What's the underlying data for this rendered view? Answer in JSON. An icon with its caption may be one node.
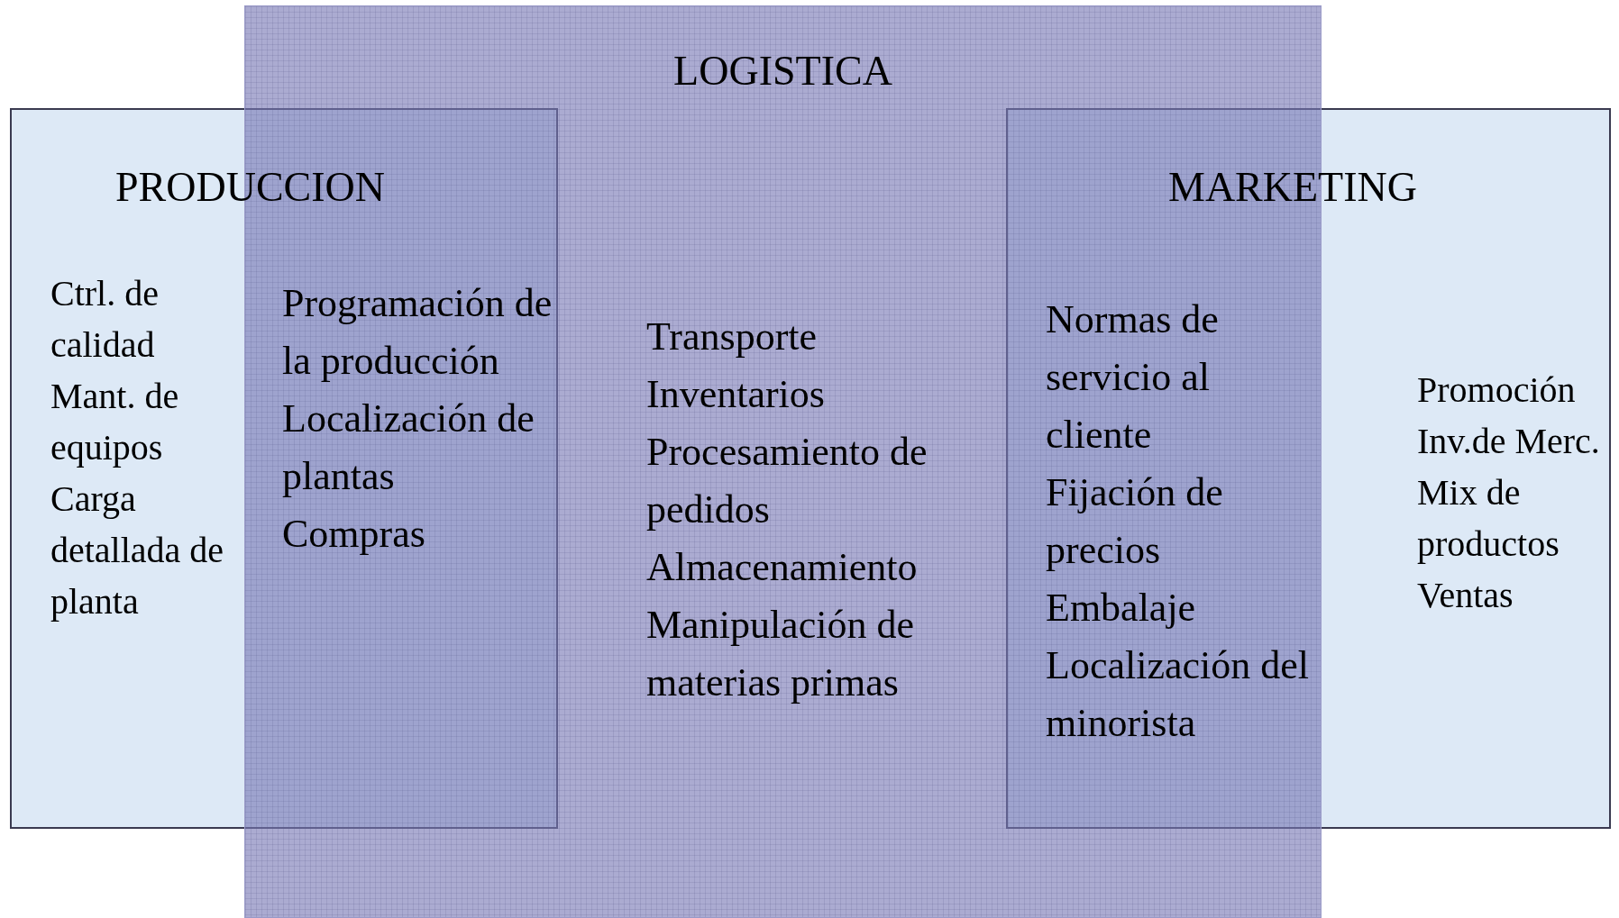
{
  "diagram": {
    "nodes": [
      {
        "text": [
          "PRODUCCION",
          "Ctrl. de calidad",
          "Mant. de equipos",
          "Carga detallada de planta"
        ]
      },
      {
        "text": [
          "LOGISTICA",
          "Transporte",
          "Inventarios",
          "Procesamiento de pedidos",
          "Almacenamiento",
          "Manipulación de materias primas"
        ]
      },
      {
        "text": [
          "MARKETING",
          "Promoción",
          "Inv.de Merc.",
          "Mix de productos",
          "Ventas"
        ]
      }
    ],
    "labels": [
      "Programación de la producción",
      "Localización de plantas",
      "Compras",
      "Normas de servicio al cliente",
      "Fijación de precios",
      "Embalaje",
      "Localización del minorista"
    ]
  }
}
